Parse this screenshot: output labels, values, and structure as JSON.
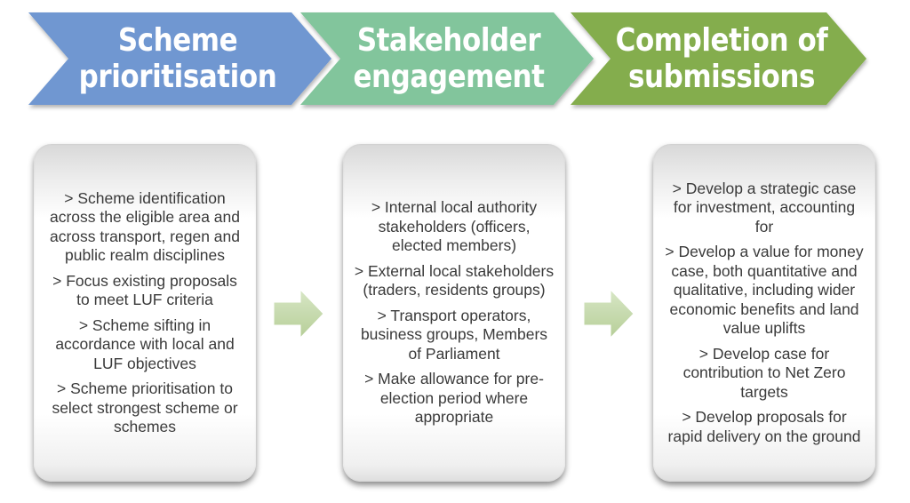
{
  "colors": {
    "stage1": "#6f97d1",
    "stage2": "#82c59c",
    "stage3": "#84ad4d",
    "arrow": "#c3d9a8",
    "text": "#3a3a3a"
  },
  "stages": [
    {
      "title_line1": "Scheme",
      "title_line2": "prioritisation",
      "items": [
        "> Scheme identification across the eligible area and across transport, regen and public realm disciplines",
        "> Focus existing proposals to meet LUF criteria",
        "> Scheme sifting in accordance with local and LUF objectives",
        "> Scheme prioritisation to select strongest scheme or schemes"
      ]
    },
    {
      "title_line1": "Stakeholder",
      "title_line2": "engagement",
      "items": [
        "> Internal local authority stakeholders (officers, elected members)",
        "> External local stakeholders (traders, residents groups)",
        "> Transport operators, business groups, Members of Parliament",
        "> Make allowance for pre-election period where appropriate"
      ]
    },
    {
      "title_line1": "Completion of",
      "title_line2": "submissions",
      "items": [
        "> Develop a strategic case for investment, accounting for",
        "> Develop a value for money case, both quantitative and qualitative, including wider economic benefits and land value uplifts",
        "> Develop case for contribution to Net Zero targets",
        "> Develop proposals for rapid delivery on the ground"
      ]
    }
  ]
}
